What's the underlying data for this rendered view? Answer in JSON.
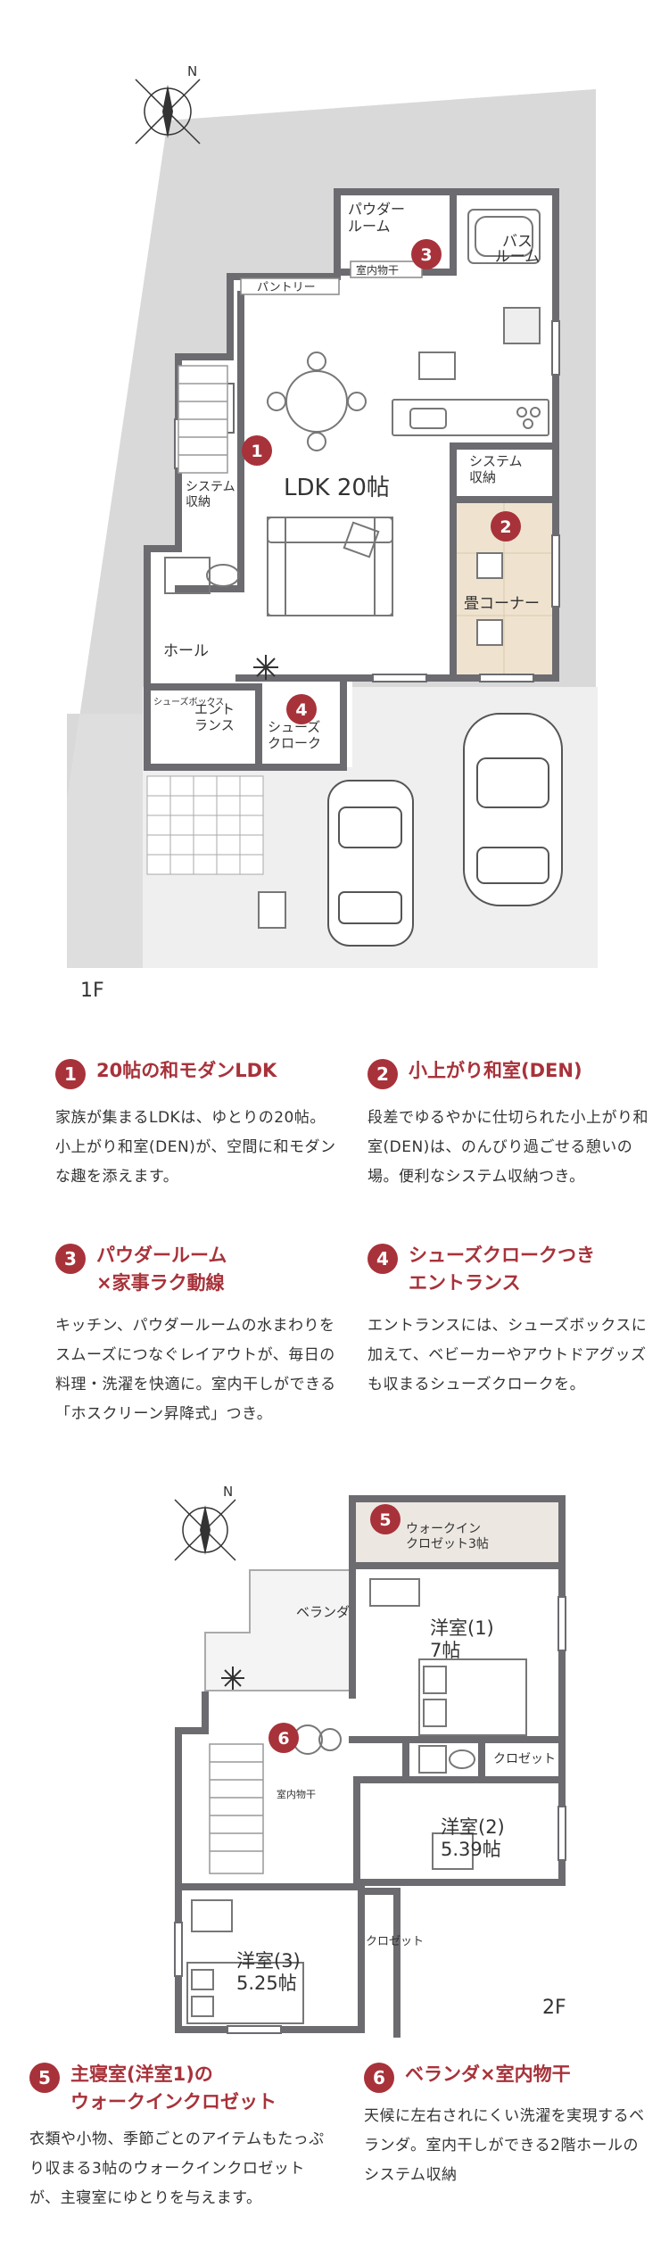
{
  "floor1": {
    "label": "1F",
    "rooms": {
      "powder": "パウダー\nルーム",
      "bath": "バス\nルーム",
      "indoor_dry": "室内物干",
      "pantry": "パントリー",
      "system_storage_left": "システム\n収納",
      "ldk": "LDK 20帖",
      "system_storage_right": "システム\n収納",
      "tatami": "畳コーナー",
      "hall": "ホール",
      "shoes_box": "シューズボックス",
      "entrance": "エント\nランス",
      "shoes_cloak": "シューズ\nクローク"
    },
    "markers": [
      "1",
      "2",
      "3",
      "4"
    ]
  },
  "features1": [
    {
      "num": "1",
      "title": "20帖の和モダンLDK",
      "body": "家族が集まるLDKは、ゆとりの20帖。小上がり和室(DEN)が、空間に和モダンな趣を添えます。"
    },
    {
      "num": "2",
      "title": "小上がり和室(DEN)",
      "body": "段差でゆるやかに仕切られた小上がり和室(DEN)は、のんびり過ごせる憩いの場。便利なシステム収納つき。"
    },
    {
      "num": "3",
      "title": "パウダールーム\n×家事ラク動線",
      "body": "キッチン、パウダールームの水まわりをスムーズにつなぐレイアウトが、毎日の料理・洗濯を快適に。室内干しができる「ホスクリーン昇降式」つき。"
    },
    {
      "num": "4",
      "title": "シューズクロークつき\nエントランス",
      "body": "エントランスには、シューズボックスに加えて、ベビーカーやアウトドアグッズも収まるシューズクロークを。"
    }
  ],
  "floor2": {
    "label": "2F",
    "rooms": {
      "walkin": "ウォークイン\nクロゼット3帖",
      "veranda": "ベランダ",
      "western1": "洋室(1)\n7帖",
      "closet_a": "クロゼット",
      "indoor_dry": "室内物干",
      "western2": "洋室(2)\n5.39帖",
      "closet_b": "クロゼット",
      "western3": "洋室(3)\n5.25帖"
    },
    "markers": [
      "5",
      "6"
    ]
  },
  "features2": [
    {
      "num": "5",
      "title": "主寝室(洋室1)の\nウォークインクロゼット",
      "body": "衣類や小物、季節ごとのアイテムもたっぷり収まる3帖のウォークインクロゼットが、主寝室にゆとりを与えます。"
    },
    {
      "num": "6",
      "title": "ベランダ×室内物干",
      "body": "天候に左右されにくい洗濯を実現するベランダ。室内干しができる2階ホールのシステム収納"
    }
  ],
  "colors": {
    "accent": "#a8323a",
    "wall": "#6b6b70",
    "lot": "#dedede",
    "tatami": "#efe3cf",
    "ground": "#f1f1f1"
  },
  "icons": [
    "compass-icon",
    "car-icon",
    "sofa-icon",
    "dining-table-icon",
    "toilet-icon",
    "bed-icon",
    "bathtub-icon",
    "kitchen-icon",
    "plant-icon",
    "stairs-icon"
  ]
}
